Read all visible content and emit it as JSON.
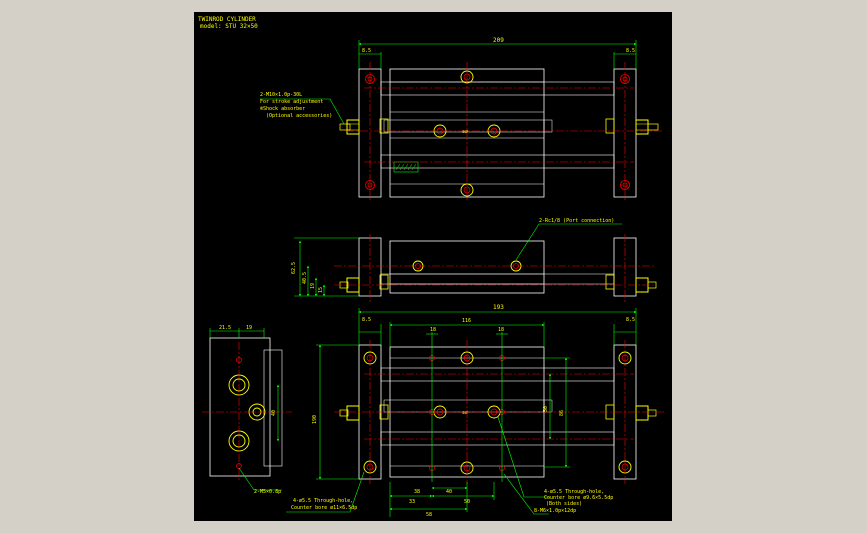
{
  "title_block": {
    "line1": "TWINROD CYLINDER",
    "line2": "model: STU 32×50"
  },
  "notes": {
    "shock_l1": "2-M10×1.0p-30L",
    "shock_l2": "For stroke adjustment",
    "shock_l3": "®Shock absorber",
    "shock_l4": "(Optional accessories)",
    "port": "2-Rc1/8 (Port connection)",
    "tap": "2-M5×0.8p",
    "thru1_l1": "4-ø5.5 Through-hole,",
    "thru1_l2": "Counter bore ø11×6.5dp",
    "thru2_l1": "4-ø5.5 Through-hole,",
    "thru2_l2": "Counter bore ø9.6×5.5dp",
    "thru2_l3": "(Both sides)",
    "m6": "8-M6×1.0p×12dp"
  },
  "dims": {
    "top_total": "209",
    "top_left": "8.5",
    "top_right": "8.5",
    "mid_h1": "62.5",
    "mid_h2": "40.5",
    "mid_h3": "19",
    "mid_h4": "15",
    "bot_total": "193",
    "bot_inner": "116",
    "bot_left": "8.5",
    "bot_right": "8.5",
    "bot_s1": "18",
    "bot_s2": "18",
    "bot_v1": "190",
    "bot_v2": "50",
    "bot_v3": "86",
    "bot_h1": "38",
    "bot_h2": "40",
    "bot_h3": "33",
    "bot_h4": "50",
    "bot_h5": "58",
    "side_w1": "21.5",
    "side_w2": "19",
    "side_v": "40"
  },
  "colors": {
    "background": "#000000",
    "outline": "#ffffff",
    "dimension": "#ffff00",
    "centerline": "#ff0000",
    "hole": "#ff0000",
    "leader": "#00ff00",
    "hatch": "#00ff00"
  }
}
